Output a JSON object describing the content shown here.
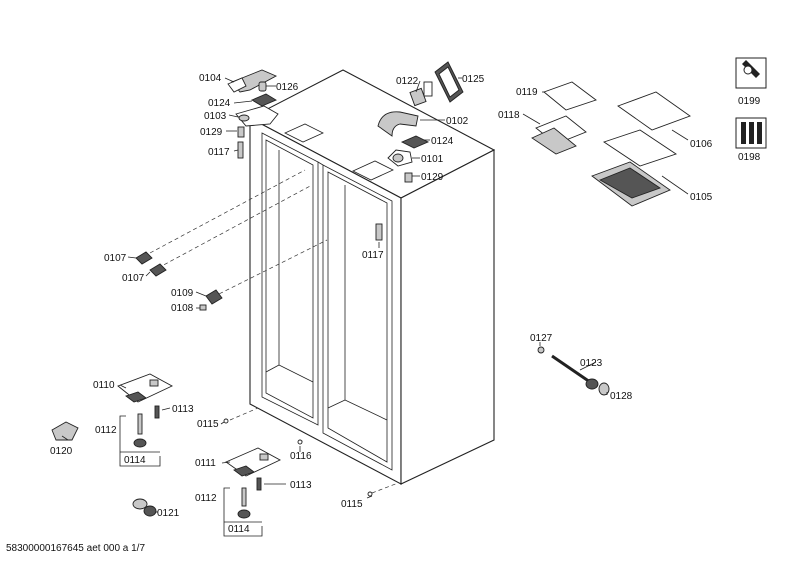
{
  "labels": {
    "p0104": "0104",
    "p0126": "0126",
    "p0124a": "0124",
    "p0103": "0103",
    "p0129a": "0129",
    "p0117a": "0117",
    "p0122": "0122",
    "p0125": "0125",
    "p0102": "0102",
    "p0124b": "0124",
    "p0101": "0101",
    "p0129b": "0129",
    "p0117b": "0117",
    "p0119": "0119",
    "p0118": "0118",
    "p0106": "0106",
    "p0105": "0105",
    "p0199": "0199",
    "p0198": "0198",
    "p0107a": "0107",
    "p0107b": "0107",
    "p0109": "0109",
    "p0108": "0108",
    "p0127": "0127",
    "p0123": "0123",
    "p0128": "0128",
    "p0110": "0110",
    "p0113a": "0113",
    "p0112a": "0112",
    "p0114a": "0114",
    "p0120": "0120",
    "p0115a": "0115",
    "p0116": "0116",
    "p0111": "0111",
    "p0113b": "0113",
    "p0112b": "0112",
    "p0114b": "0114",
    "p0121": "0121",
    "p0115b": "0115"
  },
  "footer": {
    "doc_id": "58300000167645 aet 000 a 1/7"
  },
  "icons": {
    "service_tool": "wrench-box-icon",
    "tool_set": "tool-set-icon"
  }
}
